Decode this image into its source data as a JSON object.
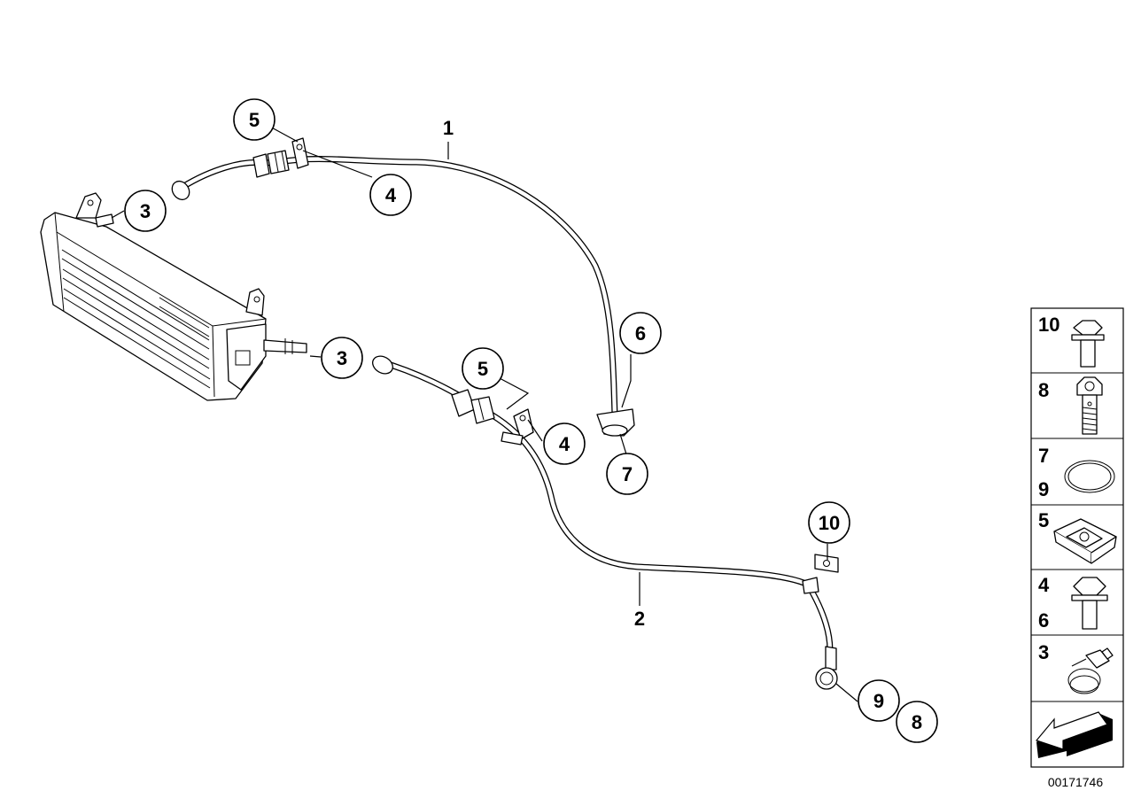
{
  "callouts": {
    "c1_5": "5",
    "c1_4": "4",
    "c1_3": "3",
    "c2_3": "3",
    "c2_5": "5",
    "c2_4": "4",
    "c6": "6",
    "c7": "7",
    "c10": "10",
    "c9": "9",
    "c8": "8"
  },
  "hose_labels": {
    "hose1": "1",
    "hose2": "2"
  },
  "legend": {
    "row1": [
      "10"
    ],
    "row2": [
      "8"
    ],
    "row3": [
      "7",
      "9"
    ],
    "row4": [
      "5"
    ],
    "row5": [
      "4",
      "6"
    ],
    "row6": [
      "3"
    ]
  },
  "icons": {
    "row1": "flange-bolt-icon",
    "row2": "banjo-bolt-icon",
    "row3": "sealing-ring-icon",
    "row4": "clip-nut-icon",
    "row5": "hex-bolt-icon",
    "row6": "hose-clamp-icon",
    "row7": "direction-arrow-icon"
  },
  "document_id": "00171746"
}
